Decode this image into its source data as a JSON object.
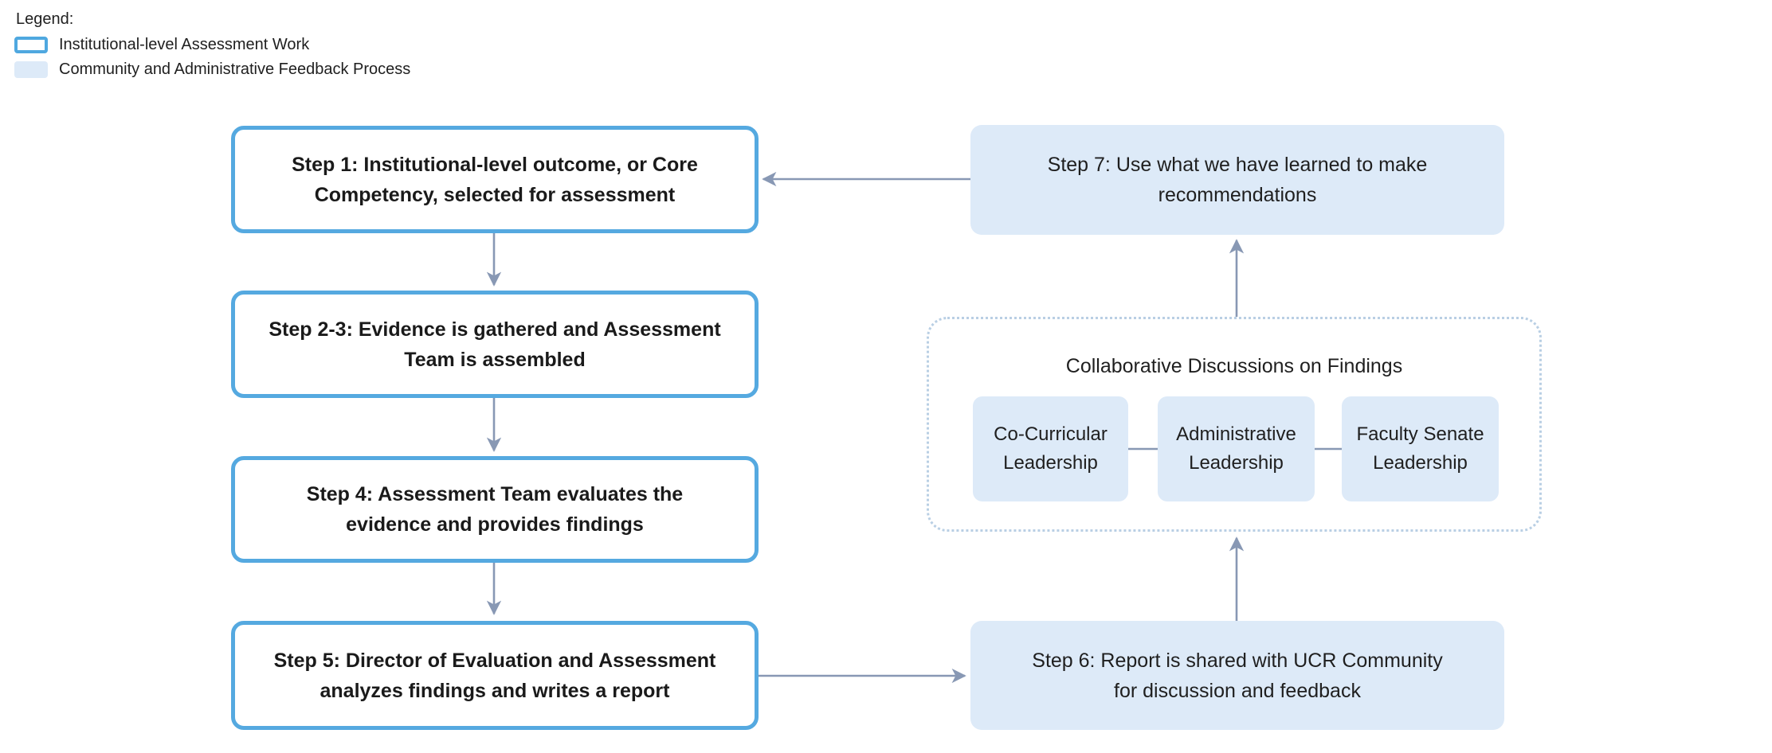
{
  "legend": {
    "title": "Legend:",
    "items": [
      {
        "label": "Institutional-level Assessment Work",
        "style": "outline",
        "color": "#4fa8e0"
      },
      {
        "label": "Community and Administrative Feedback Process",
        "style": "filled",
        "color": "#ddeaf8"
      }
    ]
  },
  "colors": {
    "outline_border": "#55a9e0",
    "filled_bg": "#ddeaf8",
    "connector": "#8898b4",
    "group_border": "#b9cfe4",
    "text": "#1a1a1a",
    "page_bg": "#ffffff"
  },
  "nodes": {
    "step1": {
      "line1": "Step 1: Institutional-level outcome, or Core",
      "line2": "Competency, selected for assessment"
    },
    "step23": {
      "line1": "Step 2-3: Evidence is gathered and Assessment",
      "line2": "Team is assembled"
    },
    "step4": {
      "line1": "Step 4: Assessment Team evaluates the",
      "line2": "evidence and provides findings"
    },
    "step5": {
      "line1": "Step 5: Director of Evaluation and Assessment",
      "line2": "analyzes findings and writes a report"
    },
    "step6": {
      "line1": "Step 6: Report is shared with UCR Community",
      "line2": "for discussion and feedback"
    },
    "step7": {
      "line1": "Step 7: Use what we have learned to make",
      "line2": "recommendations"
    }
  },
  "group": {
    "title": "Collaborative Discussions on Findings",
    "members": [
      {
        "line1": "Co-Curricular",
        "line2": "Leadership"
      },
      {
        "line1": "Administrative",
        "line2": "Leadership"
      },
      {
        "line1": "Faculty Senate",
        "line2": "Leadership"
      }
    ]
  }
}
